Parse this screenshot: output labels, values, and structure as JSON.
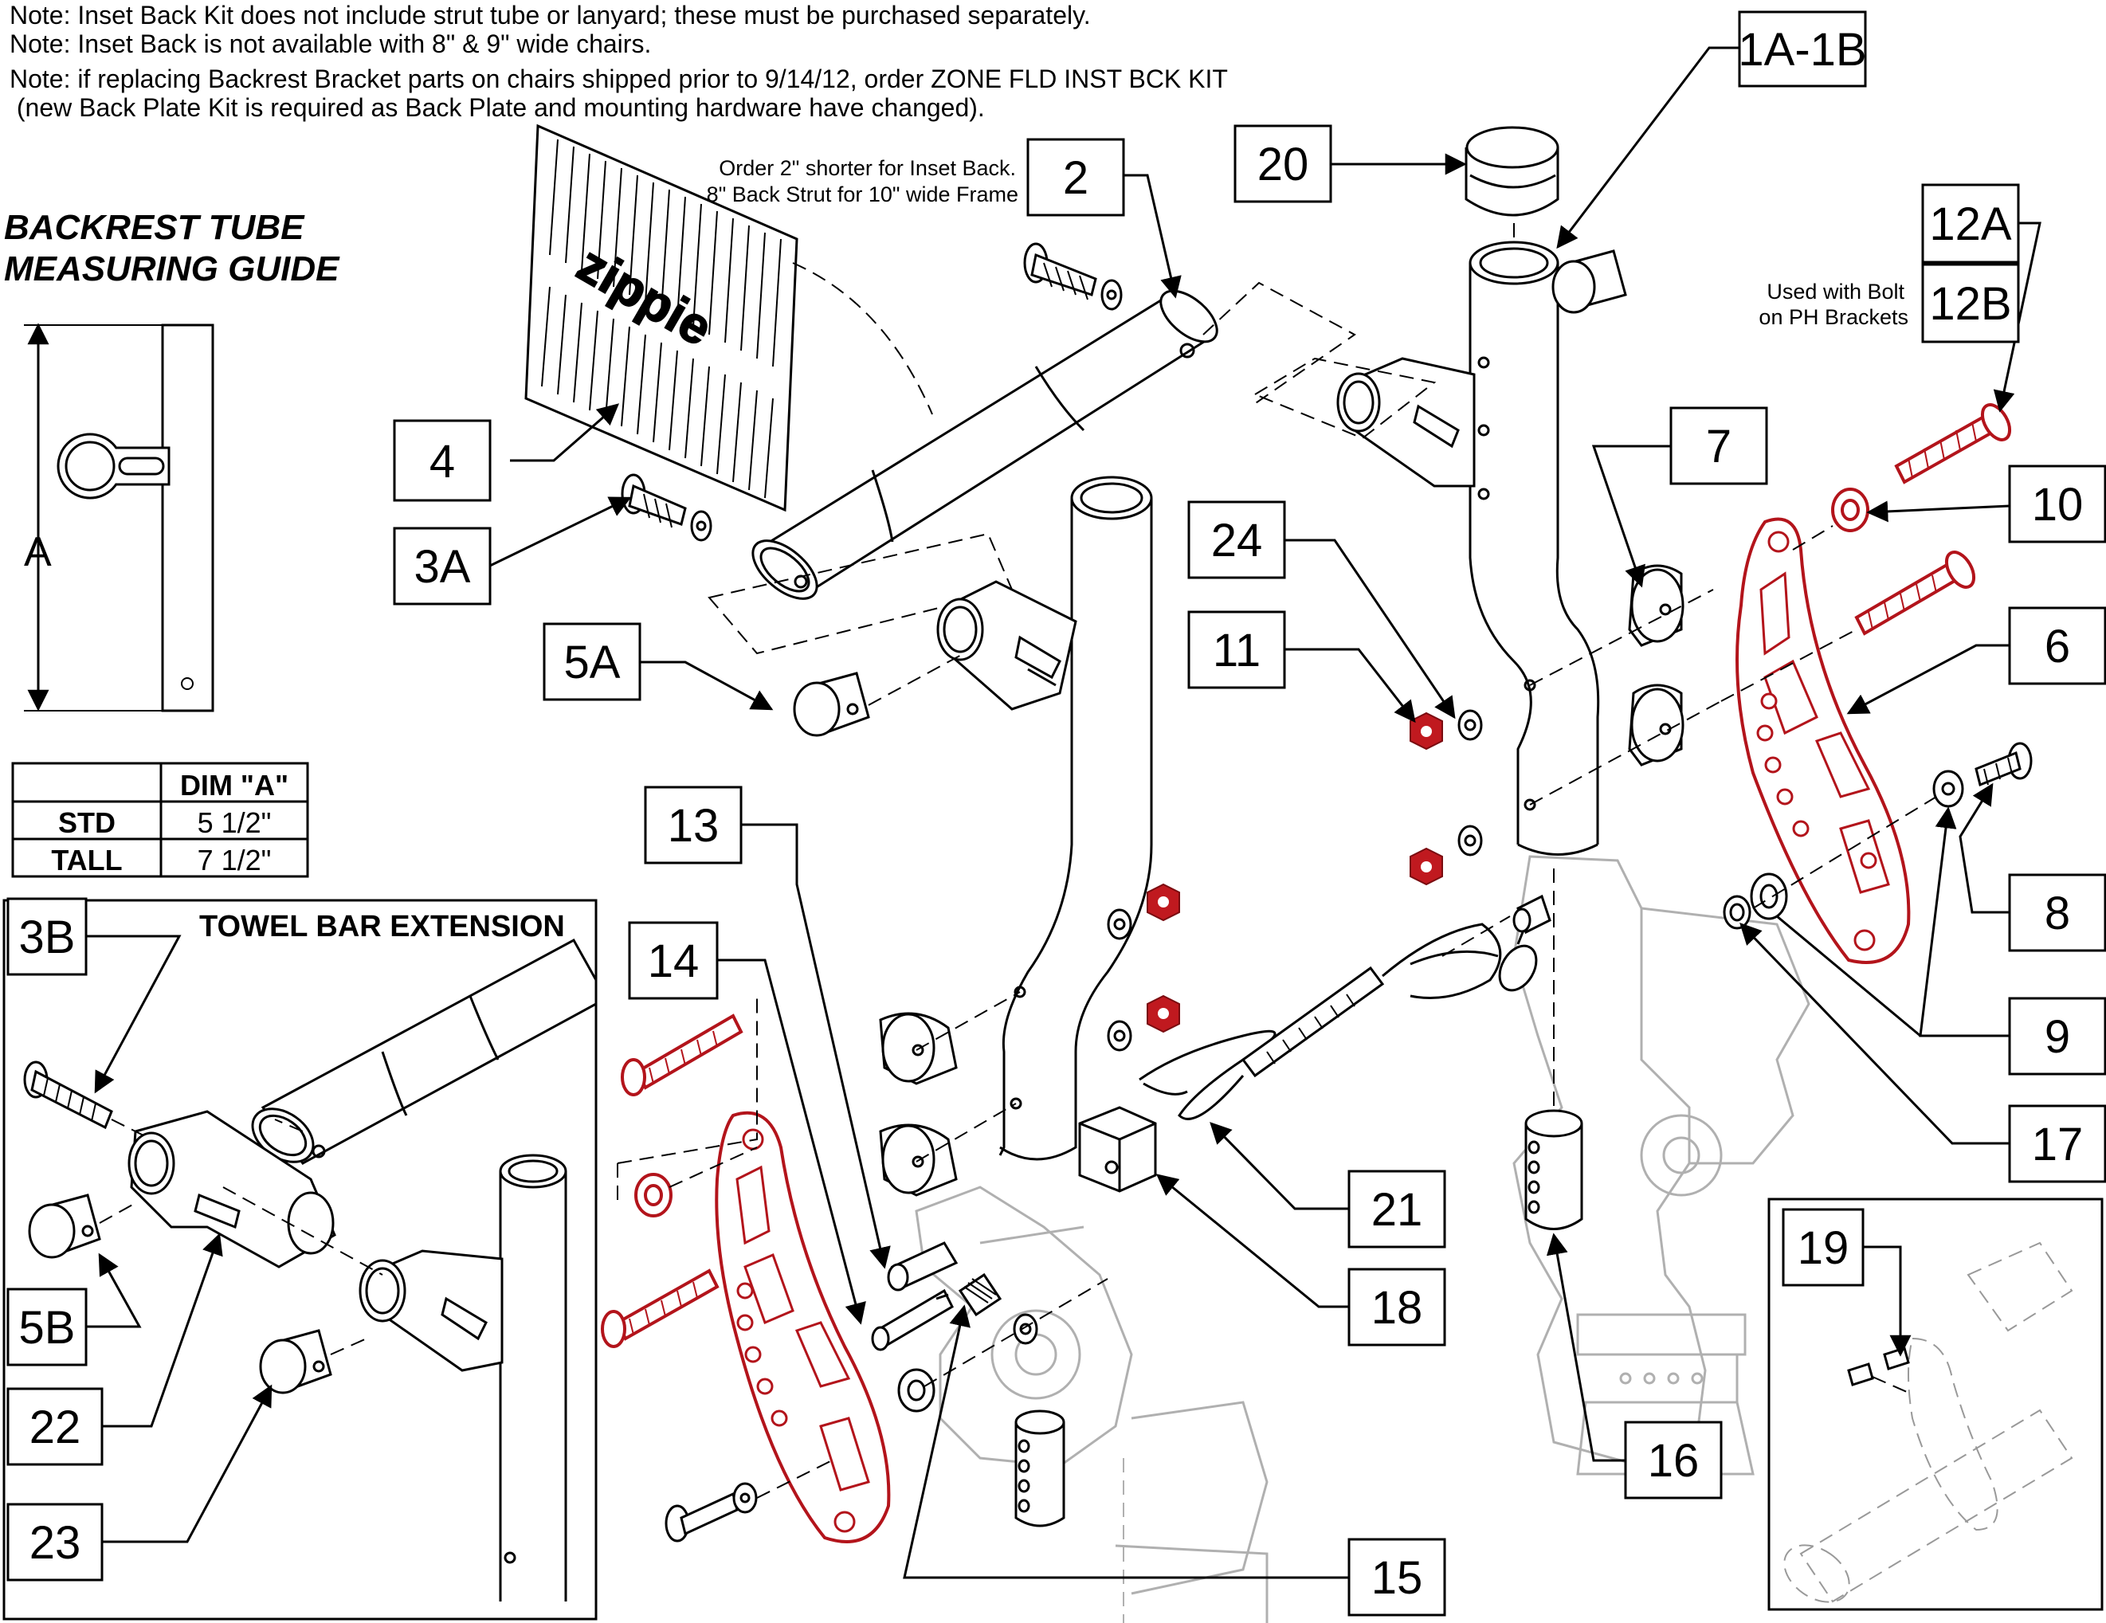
{
  "notes": [
    "Note: Inset Back Kit does not include strut tube or lanyard; these must be purchased separately.",
    "Note: Inset Back is not available with 8\" & 9\" wide chairs.",
    "Note: if replacing Backrest Bracket parts on chairs shipped prior to 9/14/12, order ZONE FLD INST BCK KIT",
    " (new Back Plate Kit is required as Back Plate and mounting hardware have changed)."
  ],
  "guide": {
    "title_line1": "BACKREST TUBE",
    "title_line2": "MEASURING GUIDE",
    "dim_symbol": "A",
    "table": {
      "header": [
        "",
        "DIM \"A\""
      ],
      "rows": [
        [
          "STD",
          "5 1/2\""
        ],
        [
          "TALL",
          "7 1/2\""
        ]
      ]
    }
  },
  "annotations": {
    "strut_note_1": "Order 2\" shorter for Inset Back.",
    "strut_note_2": "8\" Back Strut for 10\" wide Frame",
    "bolt_note_1": "Used with Bolt",
    "bolt_note_2": "on PH Brackets",
    "backplate_logo": "zippie"
  },
  "insets": {
    "towel_bar_title": "TOWEL BAR EXTENSION"
  },
  "callouts": {
    "c1A1B": "1A-1B",
    "c20": "20",
    "c2": "2",
    "c4": "4",
    "c3A": "3A",
    "c5A": "5A",
    "c12A": "12A",
    "c12B": "12B",
    "c7": "7",
    "c10": "10",
    "c24": "24",
    "c11": "11",
    "c6": "6",
    "c8": "8",
    "c9": "9",
    "c17": "17",
    "c13": "13",
    "c14": "14",
    "c21": "21",
    "c18": "18",
    "c16": "16",
    "c15": "15",
    "c3B": "3B",
    "c5B": "5B",
    "c22": "22",
    "c23": "23",
    "c19": "19"
  },
  "colors": {
    "highlight_red": "#c0191f",
    "ghost_grey": "#b0b0b0"
  }
}
